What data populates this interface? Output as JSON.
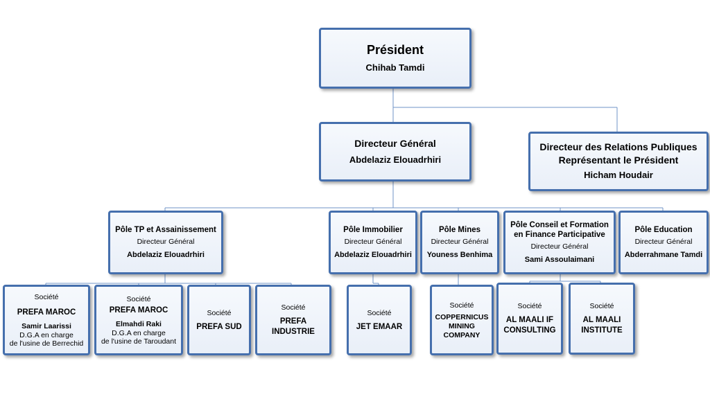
{
  "president": {
    "title": "Président",
    "name": "Chihab Tamdi"
  },
  "dg": {
    "title": "Directeur Général",
    "name": "Abdelaziz Elouadrhiri"
  },
  "relations": {
    "title": "Directeur des Relations Publiques\nReprésentant le Président",
    "name": "Hicham Houdair"
  },
  "poles": [
    {
      "title": "Pôle TP et Assainissement",
      "role": "Directeur Général",
      "name": "Abdelaziz Elouadrhiri"
    },
    {
      "title": "Pôle Immobilier",
      "role": "Directeur Général",
      "name": "Abdelaziz Elouadrhiri"
    },
    {
      "title": "Pôle Mines",
      "role": "Directeur Général",
      "name": "Youness Benhima"
    },
    {
      "title": "Pôle Conseil et Formation\nen Finance Participative",
      "role": "Directeur Général",
      "name": "Sami Assoulaimani"
    },
    {
      "title": "Pôle Education",
      "role": "Directeur Général",
      "name": "Abderrahmane Tamdi"
    }
  ],
  "societes": [
    {
      "label": "Société",
      "name": "PREFA MAROC",
      "person": "Samir Laarissi",
      "role": "D.G.A en charge\nde l'usine de Berrechid"
    },
    {
      "label": "Société",
      "name": "PREFA MAROC",
      "person": "Elmahdi Raki",
      "role": "D.G.A en charge\nde l'usine de Taroudant"
    },
    {
      "label": "Société",
      "name": "PREFA SUD"
    },
    {
      "label": "Société",
      "name": "PREFA INDUSTRIE"
    },
    {
      "label": "Société",
      "name": "JET EMAAR"
    },
    {
      "label": "Société",
      "name": "COPPERNICUS\nMINING\nCOMPANY"
    },
    {
      "label": "Société",
      "name": "AL MAALI IF\nCONSULTING"
    },
    {
      "label": "Société",
      "name": "AL MAALI\nINSTITUTE"
    }
  ]
}
